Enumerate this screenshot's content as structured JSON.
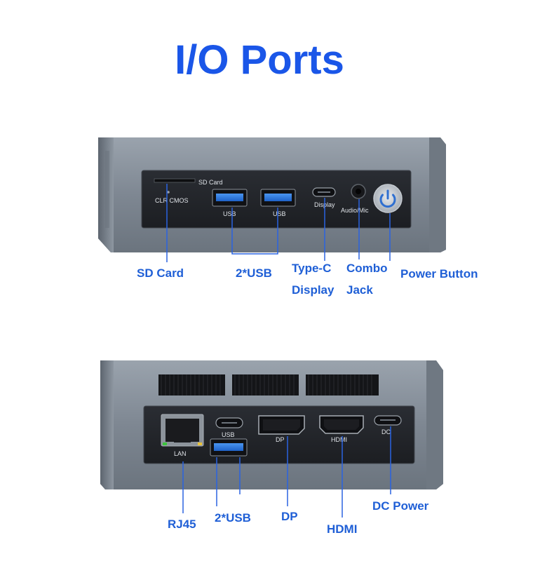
{
  "title": "I/O Ports",
  "front": {
    "panel": {
      "sd_card": "SD Card",
      "clr_cmos": "CLR CMOS",
      "usb1": "USB",
      "usb2": "USB",
      "display": "Display",
      "audio": "Audio/Mic"
    },
    "labels": {
      "sd_card": "SD  Card",
      "usb": "2*USB",
      "typec_1": "Type-C",
      "typec_2": "Display",
      "combo_1": "Combo",
      "combo_2": "Jack",
      "power": "Power Button"
    }
  },
  "rear": {
    "panel": {
      "lan": "LAN",
      "usb": "USB",
      "dp": "DP",
      "hdmi": "HDMI",
      "dc": "DC"
    },
    "labels": {
      "rj45": "RJ45",
      "usb": "2*USB",
      "dp": "DP",
      "hdmi": "HDMI",
      "dc_power": "DC Power"
    }
  },
  "colors": {
    "title": "#1a56e8",
    "label": "#1f5fd6",
    "leader": "#2a63e0",
    "usb_blue": "#2f7de0",
    "chassis": "#7c8591"
  }
}
